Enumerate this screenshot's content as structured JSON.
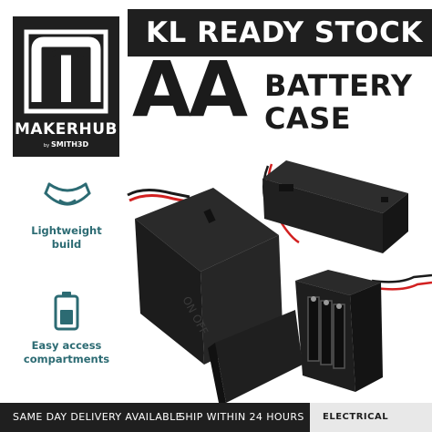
{
  "banner": {
    "title": "KL READY STOCK"
  },
  "logo": {
    "name": "MAKERHUB",
    "by_prefix": "by",
    "by_name": "SMITH3D"
  },
  "product": {
    "size": "AA",
    "line1": "BATTERY",
    "line2": "CASE"
  },
  "features": [
    {
      "icon": "lightweight-icon",
      "label_line1": "Lightweight",
      "label_line2": "build"
    },
    {
      "icon": "battery-icon",
      "label_line1": "Easy access",
      "label_line2": "compartments"
    }
  ],
  "footer": {
    "delivery": "SAME DAY DELIVERY AVAILABLE",
    "shipping": "SHIP WITHIN 24 HOURS",
    "category": "ELECTRICAL"
  },
  "colors": {
    "dark": "#1f1f1f",
    "accent_teal": "#2c6b73",
    "wire_red": "#d22020"
  }
}
